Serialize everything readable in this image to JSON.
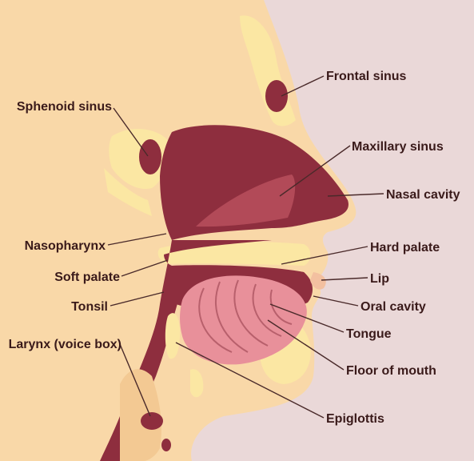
{
  "labels": {
    "sphenoid_sinus": "Sphenoid sinus",
    "frontal_sinus": "Frontal sinus",
    "maxillary_sinus": "Maxillary sinus",
    "nasal_cavity": "Nasal cavity",
    "nasopharynx": "Nasopharynx",
    "hard_palate": "Hard palate",
    "soft_palate": "Soft palate",
    "lip": "Lip",
    "oral_cavity": "Oral cavity",
    "tonsil": "Tonsil",
    "tongue": "Tongue",
    "larynx": "Larynx (voice box)",
    "floor_of_mouth": "Floor of mouth",
    "epiglottis": "Epiglottis"
  },
  "colors": {
    "background": "#ead8d8",
    "skin": "#f9d8a8",
    "bone": "#fbe7a3",
    "cavity": "#8e2e3e",
    "tongue": "#e8909a",
    "label_text": "#3a1a1a"
  }
}
